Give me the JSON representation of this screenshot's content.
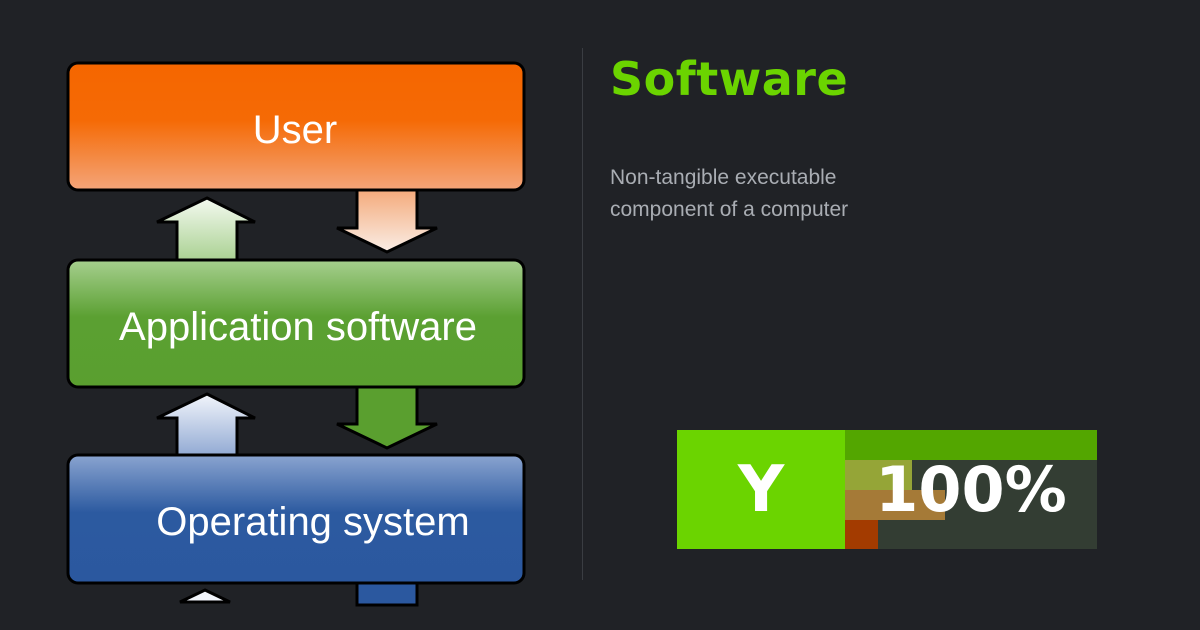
{
  "diagram": {
    "layers": [
      "User",
      "Application software",
      "Operating system"
    ]
  },
  "title": "Software",
  "description": "Non-tangible executable component of a computer",
  "badge": {
    "letter": "Y",
    "percent": "100%"
  },
  "colors": {
    "accent": "#6bd400",
    "background": "#202226"
  }
}
